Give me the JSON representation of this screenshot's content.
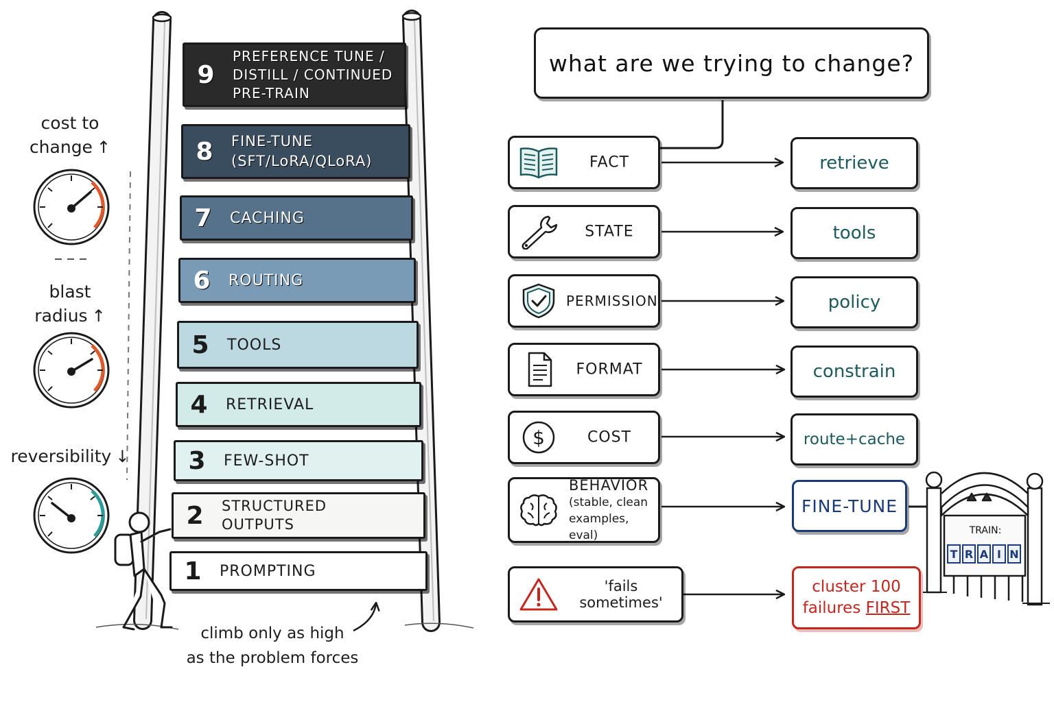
{
  "left_panel": {
    "gauges": [
      {
        "label_lines": [
          "cost to",
          "change"
        ],
        "arrow": "↑",
        "accent_color": "#e0592a",
        "icon": "gauge-icon"
      },
      {
        "label_lines": [
          "blast",
          "radius"
        ],
        "arrow": "↑",
        "accent_color": "#e0592a",
        "icon": "gauge-icon"
      },
      {
        "label_lines": [
          "reversibility"
        ],
        "arrow": "↓",
        "accent_color": "#2a9d9b",
        "icon": "gauge-icon"
      }
    ],
    "separator": "---"
  },
  "ladder": {
    "rungs": [
      {
        "number": "9",
        "lines": [
          "PREFERENCE TUNE /",
          "DISTILL / CONTINUED",
          "PRE-TRAIN"
        ],
        "color": "#2a2a2a"
      },
      {
        "number": "8",
        "lines": [
          "FINE-TUNE",
          "(SFT/LoRA/QLoRA)"
        ],
        "color": "#3a4d5e"
      },
      {
        "number": "7",
        "lines": [
          "CACHING"
        ],
        "color": "#56718a"
      },
      {
        "number": "6",
        "lines": [
          "ROUTING"
        ],
        "color": "#7a9bb6"
      },
      {
        "number": "5",
        "lines": [
          "TOOLS"
        ],
        "color": "#bcd9e2"
      },
      {
        "number": "4",
        "lines": [
          "RETRIEVAL"
        ],
        "color": "#d3ebe8"
      },
      {
        "number": "3",
        "lines": [
          "FEW-SHOT"
        ],
        "color": "#e0f1f0"
      },
      {
        "number": "2",
        "lines": [
          "STRUCTURED",
          "OUTPUTS"
        ],
        "color": "#f6f6f4"
      },
      {
        "number": "1",
        "lines": [
          "PROMPTING"
        ],
        "color": "#ffffff"
      }
    ],
    "caption_lines": [
      "climb only as high",
      "as the problem forces"
    ],
    "climber": "climber-figure"
  },
  "diagram": {
    "question": "what are we trying to change?",
    "rows": [
      {
        "category": "FACT",
        "icon": "book-icon",
        "action": "retrieve",
        "style": "normal"
      },
      {
        "category": "STATE",
        "icon": "wrench-icon",
        "action": "tools",
        "style": "normal"
      },
      {
        "category": "PERMISSION",
        "icon": "shield-check-icon",
        "action": "policy",
        "style": "normal"
      },
      {
        "category": "FORMAT",
        "icon": "document-icon",
        "action": "constrain",
        "style": "normal"
      },
      {
        "category": "COST",
        "icon": "dollar-icon",
        "action": "route+cache",
        "style": "normal"
      },
      {
        "category": "BEHAVIOR",
        "subtitle_lines": [
          "(stable, clean",
          "examples, eval)"
        ],
        "icon": "brain-icon",
        "action": "FINE-TUNE",
        "style": "blue"
      },
      {
        "category": "'fails sometimes'",
        "icon": "warning-icon",
        "action_lines": [
          "cluster 100",
          "failures "
        ],
        "action_emphasis": "FIRST",
        "style": "red"
      }
    ],
    "gate": {
      "title": "TRAIN:",
      "tiles": [
        "T",
        "R",
        "A",
        "I",
        "N"
      ],
      "accent": "#1a3a78"
    }
  }
}
